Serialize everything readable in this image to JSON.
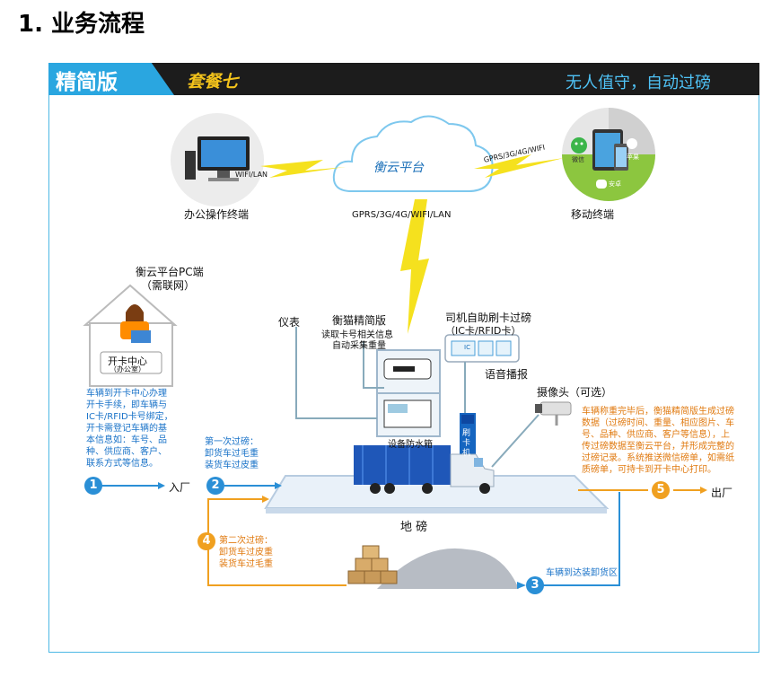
{
  "heading": "1. 业务流程",
  "titlebar": {
    "version": "精简版",
    "package": "套餐七",
    "slogan": "无人值守，自动过磅"
  },
  "cloud": {
    "label": "衡云平台"
  },
  "office": {
    "label": "办公操作终端",
    "link": "WIFI/LAN"
  },
  "mobile": {
    "label": "移动终端",
    "link": "GPRS/3G/4G/WIFI",
    "wechat": "微信",
    "apple": "苹果",
    "android": "安卓"
  },
  "cloud_down_link": "GPRS/3G/4G/WIFI/LAN",
  "pc_client": {
    "line1": "衡云平台PC端",
    "line2": "（需联网）"
  },
  "card_center": {
    "line1": "开卡中心",
    "line2": "（办公室）"
  },
  "meter": {
    "label": "仪表"
  },
  "hengmao": {
    "title": "衡猫精简版",
    "line1": "读取卡号相关信息",
    "line2": "自动采集重量"
  },
  "selfcard": {
    "line1": "司机自助刷卡过磅",
    "line2": "（IC卡/RFID卡）",
    "ic": "IC"
  },
  "voice": "语音播报",
  "camera": "摄像头（可选）",
  "waterbox": "设备防水箱",
  "card_reader": "刷卡机",
  "note_card_center": [
    "车辆到开卡中心办理",
    "开卡手续，即车辆与",
    "IC卡/RFID卡号绑定，",
    "开卡需登记车辆的基",
    "本信息如：车号、品",
    "种、供应商、客户、",
    "联系方式等信息。"
  ],
  "note_first_weigh": [
    "第一次过磅：",
    "卸货车过毛重",
    "装货车过皮重"
  ],
  "note_second_weigh": [
    "第二次过磅：",
    "卸货车过皮重",
    "装货车过毛重"
  ],
  "note_complete": [
    "车辆称重完毕后，衡猫精简版生成过磅",
    "数据（过磅时间、重量、相应图片、车",
    "号、品种、供应商、客户等信息），上",
    "传过磅数据至衡云平台，并形成完整的",
    "过磅记录。系统推送微信磅单，如需纸",
    "质磅单，可持卡到开卡中心打印。"
  ],
  "note_step3": "车辆到达装卸货区",
  "entrance": "入厂",
  "exit": "出厂",
  "scale": "地 磅",
  "steps": [
    "1",
    "2",
    "3",
    "4",
    "5"
  ],
  "colors": {
    "accent_blue": "#2aa6e0",
    "bolt_yellow": "#f5e11e",
    "step_orange": "#f0a020",
    "dark_bar": "#1c1c1c"
  }
}
